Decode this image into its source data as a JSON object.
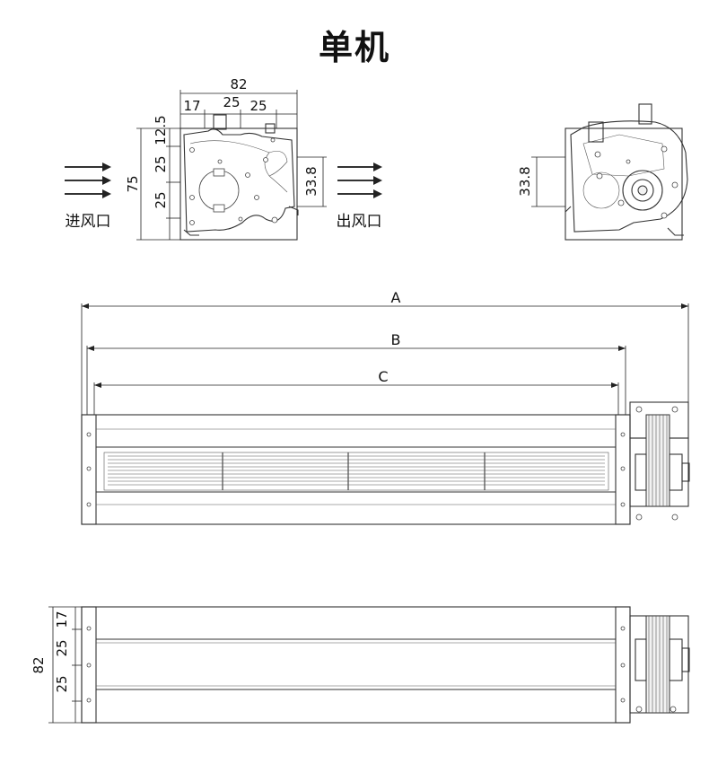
{
  "title": "单机",
  "labels": {
    "inlet": "进风口",
    "outlet": "出风口",
    "A": "A",
    "B": "B",
    "C": "C"
  },
  "end_view_dimensions": {
    "width": "82",
    "d17": "17",
    "d25a": "25",
    "d25b": "25",
    "height": "75",
    "v12_5": "12.5",
    "v25a": "25",
    "v25b": "25",
    "outlet_height": "33.8"
  },
  "side_view_dimensions": {
    "outlet_height": "33.8"
  },
  "top_view_dimensions": {
    "depth": "82",
    "d17": "17",
    "d25a": "25",
    "d25b": "25"
  },
  "colors": {
    "line": "#333333",
    "text": "#111111"
  }
}
